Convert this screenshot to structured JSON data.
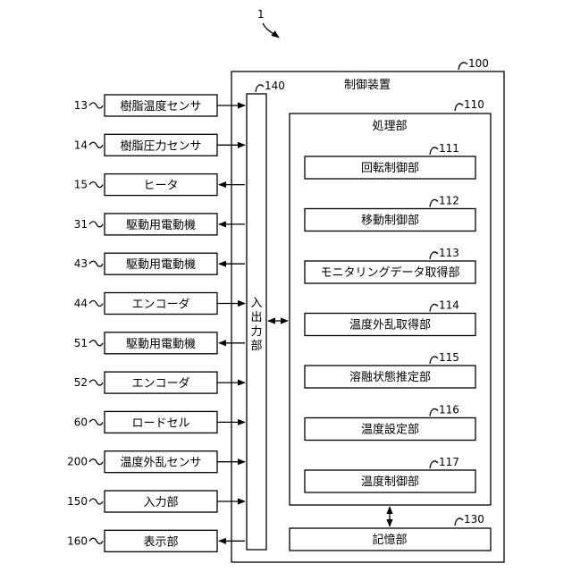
{
  "figure_ref": "1",
  "control_device": {
    "label": "制御装置",
    "ref": "100"
  },
  "io_unit": {
    "label": "入出力部",
    "ref": "140"
  },
  "processing_unit": {
    "label": "処理部",
    "ref": "110"
  },
  "storage_unit": {
    "label": "記憶部",
    "ref": "130"
  },
  "peripherals": [
    {
      "ref": "13",
      "label": "樹脂温度センサ",
      "direction": "to_io"
    },
    {
      "ref": "14",
      "label": "樹脂圧力センサ",
      "direction": "to_io"
    },
    {
      "ref": "15",
      "label": "ヒータ",
      "direction": "from_io"
    },
    {
      "ref": "31",
      "label": "駆動用電動機",
      "direction": "from_io"
    },
    {
      "ref": "43",
      "label": "駆動用電動機",
      "direction": "from_io"
    },
    {
      "ref": "44",
      "label": "エンコーダ",
      "direction": "to_io"
    },
    {
      "ref": "51",
      "label": "駆動用電動機",
      "direction": "from_io"
    },
    {
      "ref": "52",
      "label": "エンコーダ",
      "direction": "to_io"
    },
    {
      "ref": "60",
      "label": "ロードセル",
      "direction": "to_io"
    },
    {
      "ref": "200",
      "label": "温度外乱センサ",
      "direction": "to_io"
    },
    {
      "ref": "150",
      "label": "入力部",
      "direction": "to_io"
    },
    {
      "ref": "160",
      "label": "表示部",
      "direction": "from_io"
    }
  ],
  "modules": [
    {
      "ref": "111",
      "label": "回転制御部"
    },
    {
      "ref": "112",
      "label": "移動制御部"
    },
    {
      "ref": "113",
      "label": "モニタリングデータ取得部"
    },
    {
      "ref": "114",
      "label": "温度外乱取得部"
    },
    {
      "ref": "115",
      "label": "溶融状態推定部"
    },
    {
      "ref": "116",
      "label": "温度設定部"
    },
    {
      "ref": "117",
      "label": "温度制御部"
    }
  ]
}
